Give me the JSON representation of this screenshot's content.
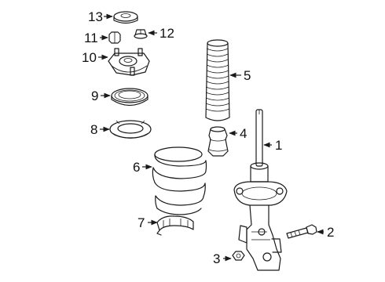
{
  "callouts": [
    {
      "id": "1",
      "part": "strut-assembly"
    },
    {
      "id": "2",
      "part": "bolt"
    },
    {
      "id": "3",
      "part": "nut"
    },
    {
      "id": "4",
      "part": "bump-stop"
    },
    {
      "id": "5",
      "part": "dust-boot"
    },
    {
      "id": "6",
      "part": "coil-spring"
    },
    {
      "id": "7",
      "part": "lower-spring-insulator"
    },
    {
      "id": "8",
      "part": "upper-spring-insulator"
    },
    {
      "id": "9",
      "part": "bearing"
    },
    {
      "id": "10",
      "part": "strut-mount"
    },
    {
      "id": "11",
      "part": "mount-nut"
    },
    {
      "id": "12",
      "part": "flange-nut"
    },
    {
      "id": "13",
      "part": "dust-cap"
    }
  ]
}
